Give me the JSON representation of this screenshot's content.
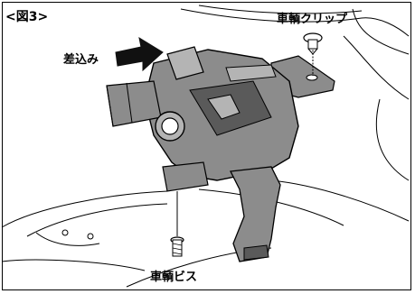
{
  "figure": {
    "label": "<図3>",
    "callouts": {
      "clip": "車輌クリップ",
      "insert": "差込み",
      "screw": "車輌ビス"
    }
  },
  "colors": {
    "part_fill": "#8c8c8c",
    "part_dark": "#5a5a5a",
    "part_light": "#b4b4b4",
    "outline": "#000000",
    "arrow": "#111111"
  }
}
